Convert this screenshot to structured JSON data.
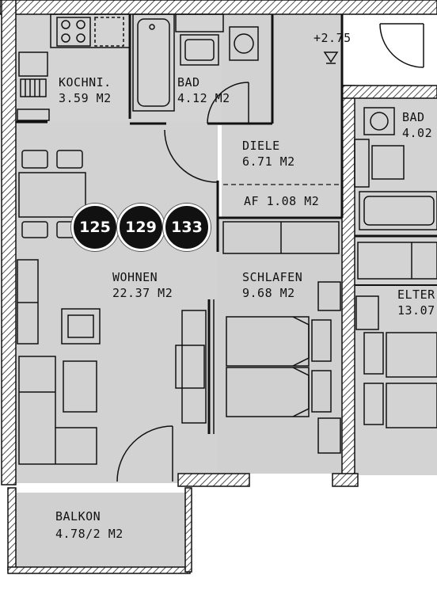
{
  "colors": {
    "floor": "#d2d2d2",
    "wall": "#1a1a1a",
    "badge": "#111111",
    "paper": "#ffffff"
  },
  "level": "+2.75",
  "rooms": {
    "kochni": {
      "name": "KOCHNI.",
      "area": "3.59 M2"
    },
    "bad": {
      "name": "BAD",
      "area": "4.12 M2"
    },
    "diele": {
      "name": "DIELE",
      "area": "6.71 M2"
    },
    "af": {
      "name": "AF 1.08 M2"
    },
    "wohnen": {
      "name": "WOHNEN",
      "area": "22.37 M2"
    },
    "schlafen": {
      "name": "SCHLAFEN",
      "area": "9.68 M2"
    },
    "balkon": {
      "name": "BALKON",
      "area": "4.78/2 M2"
    },
    "bad_neighbor": {
      "name": "BAD",
      "area": "4.02"
    },
    "eltern_neighbor": {
      "name": "ELTER",
      "area": "13.07"
    }
  },
  "badges": [
    "125",
    "129",
    "133"
  ]
}
